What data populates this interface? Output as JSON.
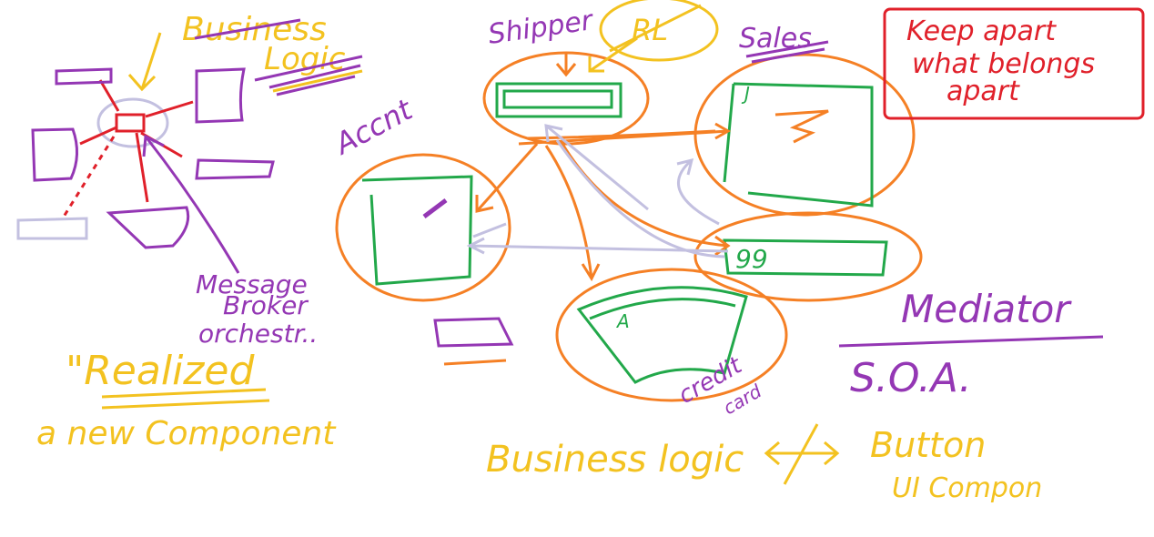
{
  "colors": {
    "purple": "#9437b4",
    "red": "#e0202a",
    "yellow": "#f3c220",
    "orange": "#f58025",
    "green": "#22a84a",
    "lavender": "#c3c0e0"
  },
  "left_sketch": {
    "title_line1": "Business",
    "title_line2": "Logic",
    "broker_line1": "Message",
    "broker_line2": "Broker",
    "broker_line3": "orchestr..",
    "realized": "\"Realized",
    "realized_sub": "a new Component"
  },
  "middle_sketch": {
    "shipper_label": "Shipper",
    "circled_label": "RL",
    "sales_label": "Sales",
    "account_label": "Accnt",
    "value_99": "99",
    "marker_A": "A",
    "marker_J": "J",
    "credit_label": "credit",
    "credit_label2": "card"
  },
  "right_note": {
    "line1": "Keep apart",
    "line2": "what belongs",
    "line3": "apart"
  },
  "right_text": {
    "mediator": "Mediator",
    "soa": "S.O.A."
  },
  "bottom_text": {
    "business_logic": "Business logic",
    "button": "Button",
    "ui_component": "UI Compon"
  }
}
